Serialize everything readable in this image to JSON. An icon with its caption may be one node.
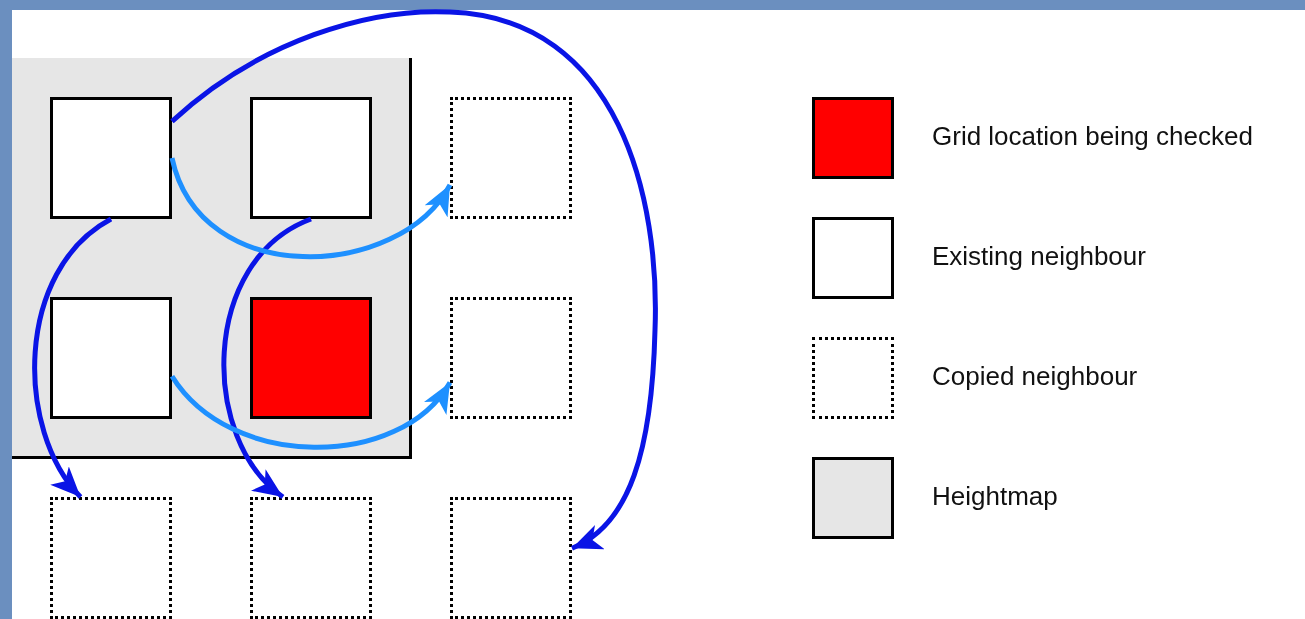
{
  "diagram": {
    "nodes": [
      {
        "text": [],
        "shape": "box"
      },
      {
        "text": [],
        "shape": "box",
        "in": 0
      },
      {
        "text": [],
        "shape": "box",
        "in": 0
      },
      {
        "text": [],
        "shape": "box"
      },
      {
        "text": [],
        "shape": "box",
        "in": 0
      },
      {
        "text": [],
        "shape": "box",
        "in": 0
      },
      {
        "text": [],
        "shape": "box"
      },
      {
        "text": [],
        "shape": "box"
      },
      {
        "text": [],
        "shape": "box"
      },
      {
        "text": [],
        "shape": "box"
      }
    ],
    "edges": [
      {
        "from": 1,
        "to": 7,
        "arrow": "to"
      },
      {
        "from": 2,
        "to": 8,
        "arrow": "to"
      },
      {
        "from": 1,
        "to": 9,
        "arrow": "to"
      },
      {
        "from": 1,
        "to": 3,
        "arrow": "to",
        "color": "#1e90ff"
      },
      {
        "from": 4,
        "to": 6,
        "arrow": "to",
        "color": "#1e90ff"
      }
    ],
    "legend": [
      {
        "text": "Grid location being checked",
        "color": "#ff0000"
      },
      {
        "text": "Existing neighbour",
        "color": "#ffffff"
      },
      {
        "text": "Copied neighbour"
      },
      {
        "text": "Heightmap",
        "color": "#e6e6e6"
      }
    ]
  }
}
